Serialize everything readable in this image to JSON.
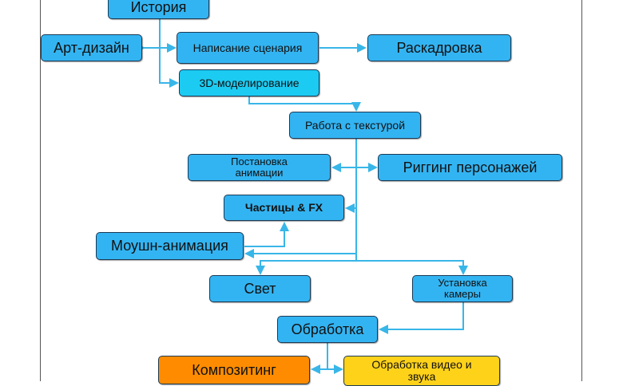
{
  "colors": {
    "box": "#33b4f2",
    "modeling": "#1ccbf2",
    "compositing": "#ff8c00",
    "video": "#ffd21a",
    "line": "#38b6e8"
  },
  "nodes": {
    "story": "История",
    "art_design": "Арт-дизайн",
    "script": "Написание сценария",
    "storyboard": "Раскадровка",
    "modeling": "3D-моделирование",
    "texturing": "Работа с текстурой",
    "animation_setup": "Постановка анимации",
    "rigging": "Риггинг персонажей",
    "particles": "Частицы & FX",
    "motion": "Моушн-анимация",
    "lighting": "Свет",
    "camera": "Установка камеры",
    "processing": "Обработка",
    "compositing": "Композитинг",
    "video_audio": "Обработка видео и звука"
  }
}
